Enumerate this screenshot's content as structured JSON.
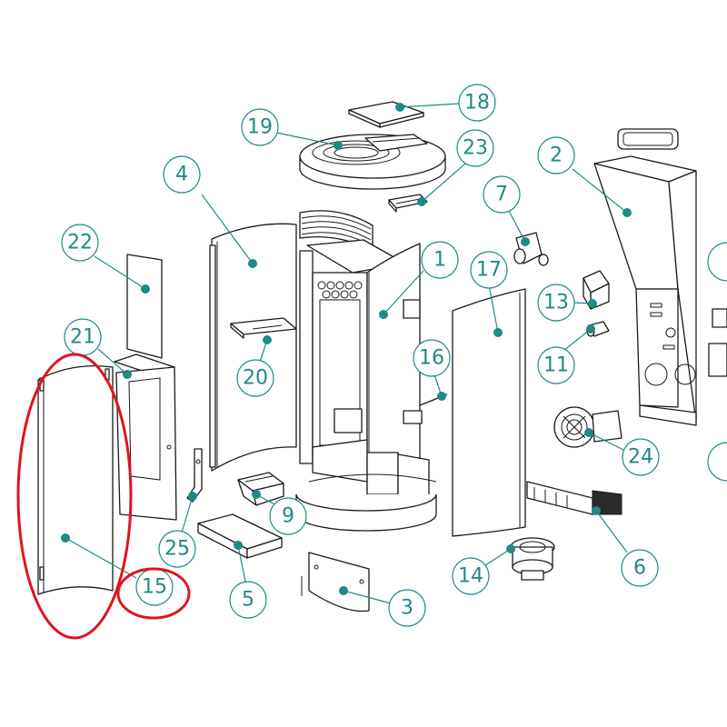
{
  "colors": {
    "callout": "#1f8a86",
    "highlight": "#e0141e",
    "linework": "#1a1a1a"
  },
  "callouts": {
    "c1": "1",
    "c2": "2",
    "c3": "3",
    "c4": "4",
    "c5": "5",
    "c6": "6",
    "c7": "7",
    "c9": "9",
    "c11": "11",
    "c13": "13",
    "c14": "14",
    "c15": "15",
    "c16": "16",
    "c17": "17",
    "c18": "18",
    "c19": "19",
    "c20": "20",
    "c21": "21",
    "c22": "22",
    "c23": "23",
    "c24": "24",
    "c25": "25"
  },
  "highlighted_part": "15"
}
